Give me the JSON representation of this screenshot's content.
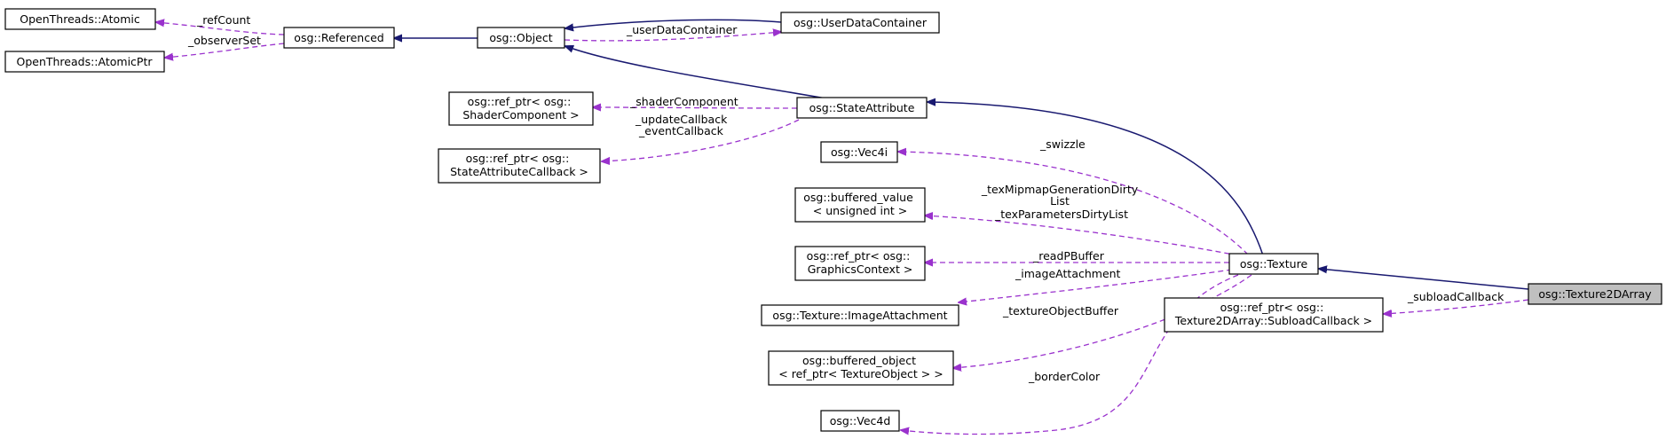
{
  "nodes": {
    "ot_atomic": {
      "lines": [
        "OpenThreads::Atomic"
      ]
    },
    "ot_atomicptr": {
      "lines": [
        "OpenThreads::AtomicPtr"
      ]
    },
    "referenced": {
      "lines": [
        "osg::Referenced"
      ]
    },
    "object": {
      "lines": [
        "osg::Object"
      ]
    },
    "userdatacontainer": {
      "lines": [
        "osg::UserDataContainer"
      ]
    },
    "refptr_shader": {
      "lines": [
        "osg::ref_ptr< osg::",
        "ShaderComponent >"
      ]
    },
    "stateattribute": {
      "lines": [
        "osg::StateAttribute"
      ]
    },
    "refptr_sacb": {
      "lines": [
        "osg::ref_ptr< osg::",
        "StateAttributeCallback >"
      ]
    },
    "vec4i": {
      "lines": [
        "osg::Vec4i"
      ]
    },
    "buffered_value": {
      "lines": [
        "osg::buffered_value",
        "< unsigned int >"
      ]
    },
    "refptr_gc": {
      "lines": [
        "osg::ref_ptr< osg::",
        "GraphicsContext >"
      ]
    },
    "imageattachment": {
      "lines": [
        "osg::Texture::ImageAttachment"
      ]
    },
    "buffered_object": {
      "lines": [
        "osg::buffered_object",
        "< ref_ptr< TextureObject > >"
      ]
    },
    "vec4d": {
      "lines": [
        "osg::Vec4d"
      ]
    },
    "texture": {
      "lines": [
        "osg::Texture"
      ]
    },
    "refptr_subload": {
      "lines": [
        "osg::ref_ptr< osg::",
        "Texture2DArray::SubloadCallback >"
      ]
    },
    "texture2darray": {
      "lines": [
        "osg::Texture2DArray"
      ]
    }
  },
  "edge_labels": {
    "refcount": [
      "_refCount"
    ],
    "observerset": [
      "_observerSet"
    ],
    "userdatacontainer": [
      "_userDataContainer"
    ],
    "shadercomponent": [
      "_shaderComponent"
    ],
    "callbacks": [
      "_updateCallback",
      "_eventCallback"
    ],
    "swizzle": [
      "_swizzle"
    ],
    "dirtylists": [
      "_texMipmapGenerationDirty",
      "List",
      "_texParametersDirtyList"
    ],
    "readpbuffer": [
      "_readPBuffer"
    ],
    "imageattachment": [
      "_imageAttachment"
    ],
    "textureobjectbuffer": [
      "_textureObjectBuffer"
    ],
    "bordercolor": [
      "_borderColor"
    ],
    "subloadcallback": [
      "_subloadCallback"
    ]
  },
  "colors": {
    "inheritance": "#191970",
    "usage": "#9a32cd",
    "highlight_fill": "#bfbfbf"
  },
  "focus_node": "osg::Texture2DArray"
}
